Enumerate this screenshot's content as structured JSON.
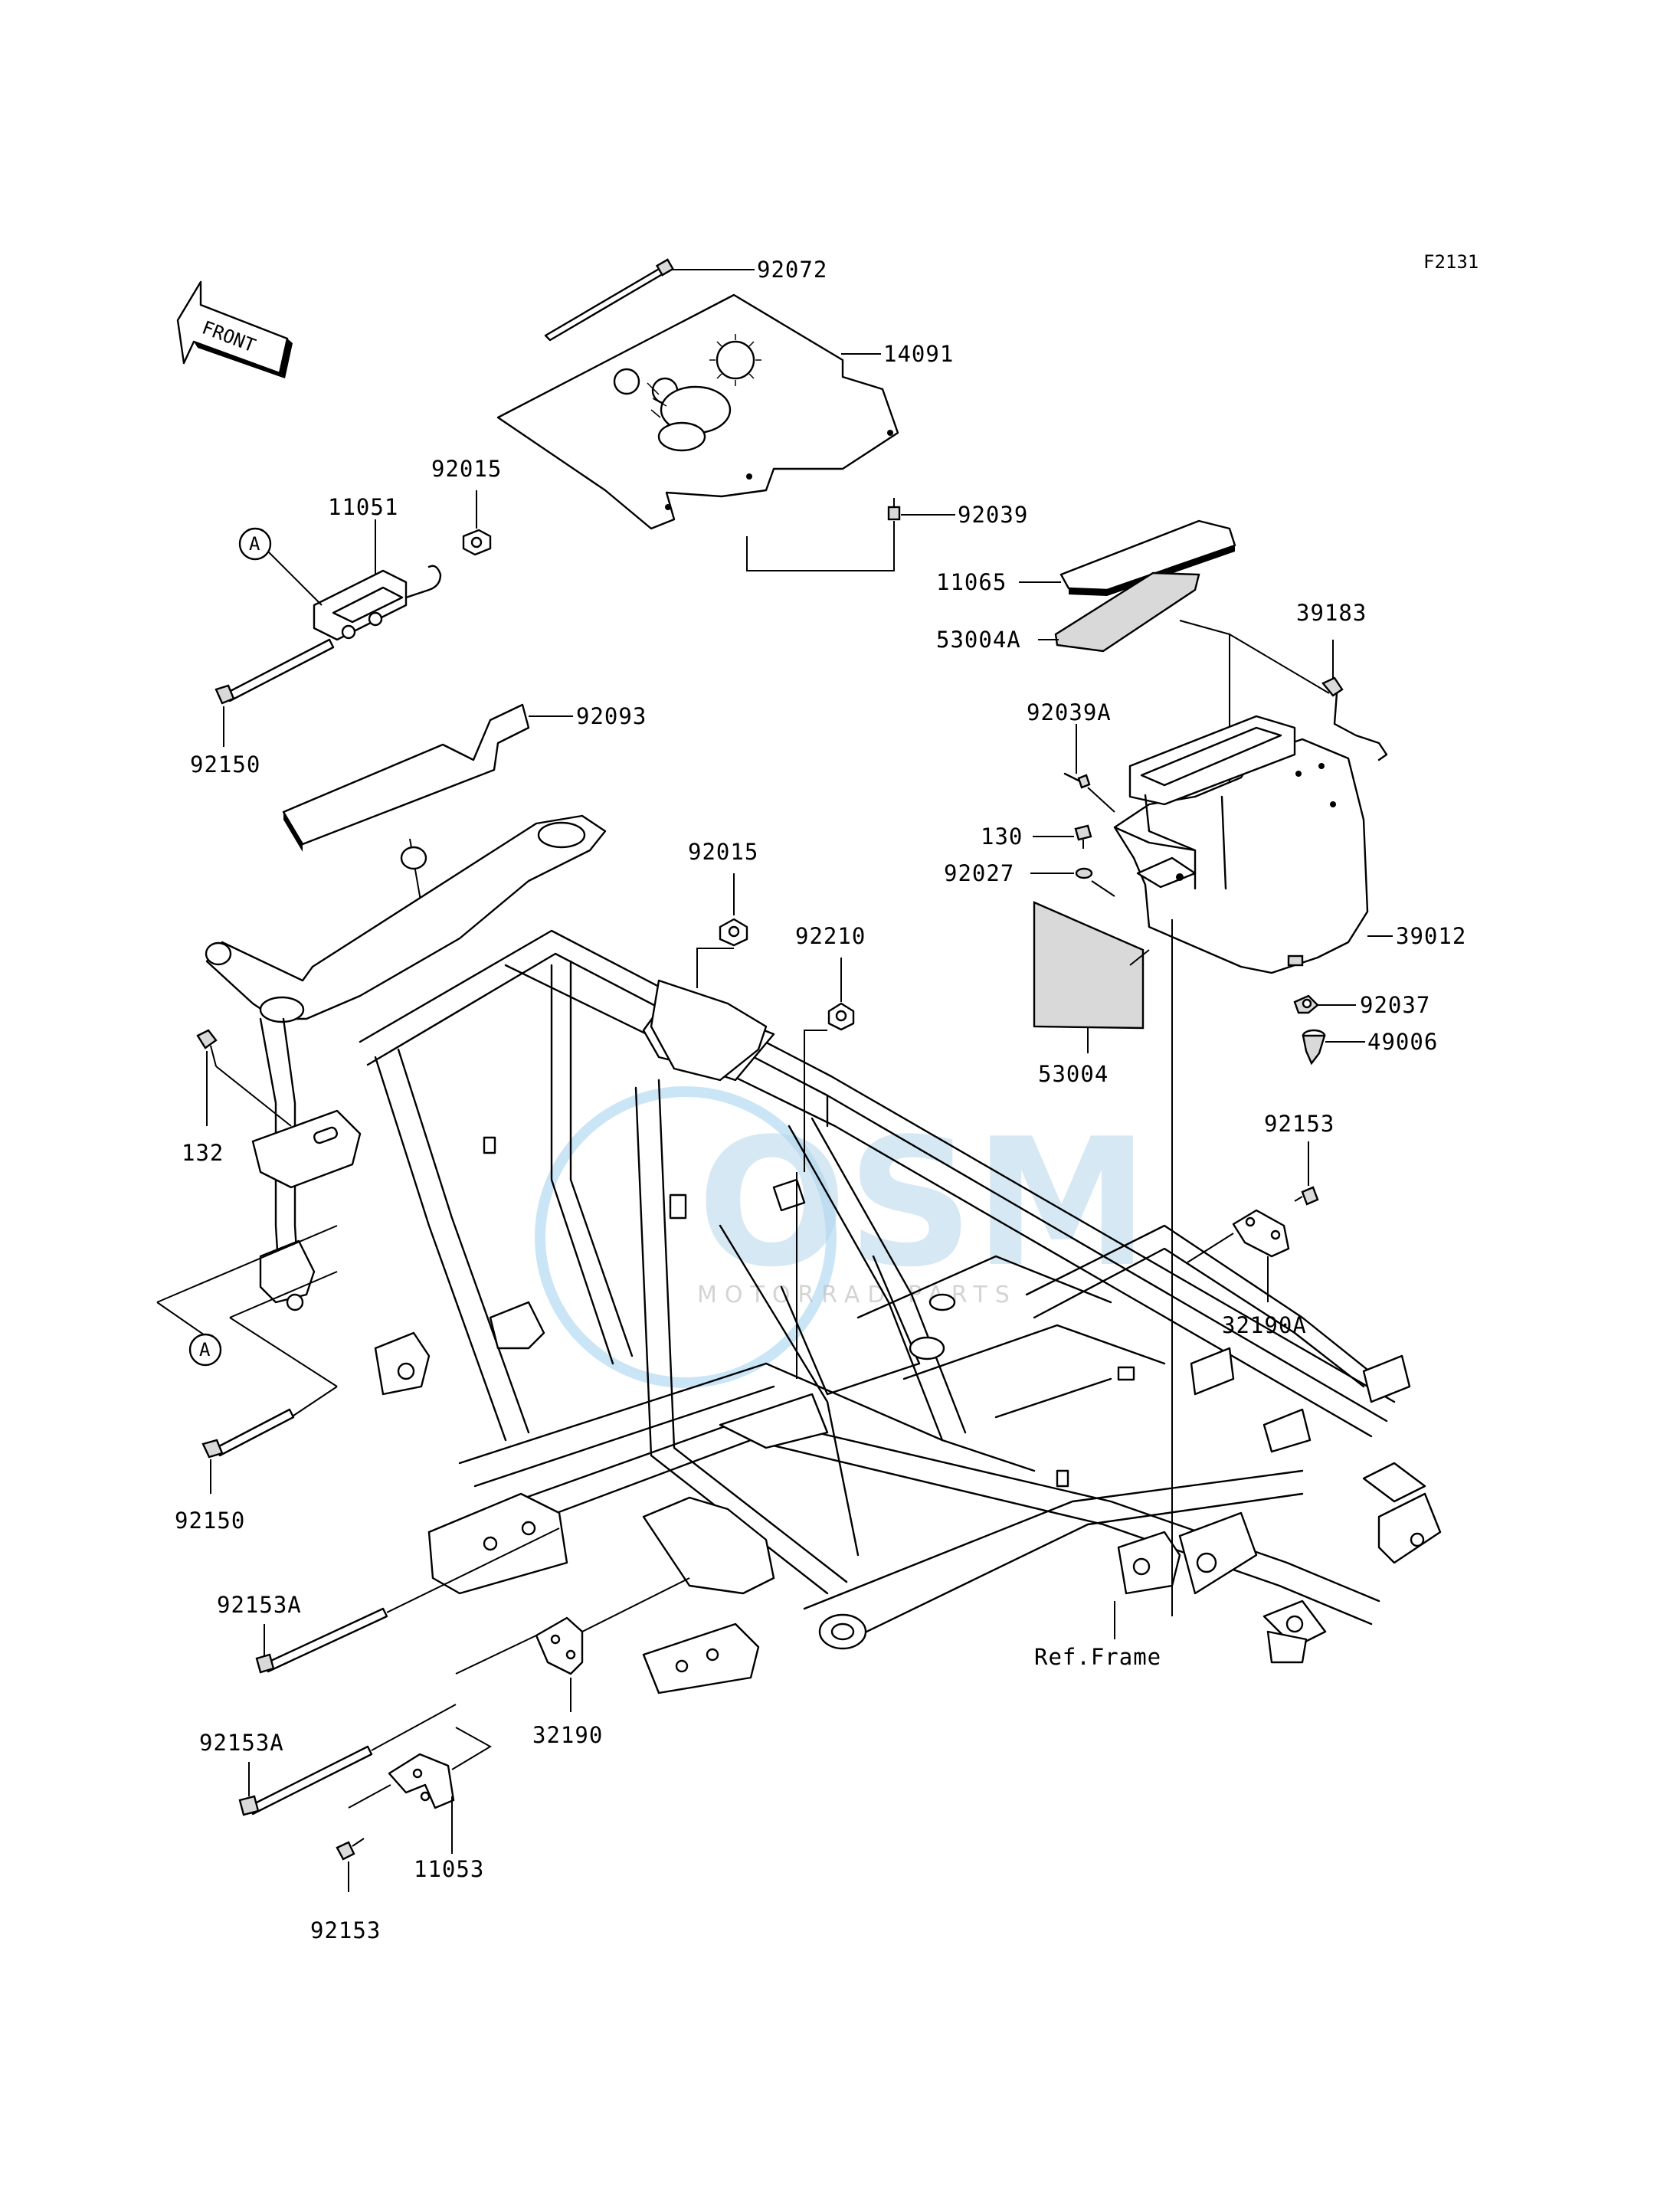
{
  "figure_code": "F2131",
  "front_label": "FRONT",
  "ref_label": "Ref.Frame",
  "callout_letter": "A",
  "watermark": {
    "main": "OSM",
    "sub": "MOTORRAD PARTS"
  },
  "parts": {
    "p92072": "92072",
    "p14091": "14091",
    "p92015_top": "92015",
    "p11051": "11051",
    "p92039": "92039",
    "p11065": "11065",
    "p39183": "39183",
    "p53004A": "53004A",
    "p92150_top": "92150",
    "p92093": "92093",
    "p92039A": "92039A",
    "p92015_mid": "92015",
    "p130": "130",
    "p92210": "92210",
    "p92027": "92027",
    "p39012": "39012",
    "p92037": "92037",
    "p49006": "49006",
    "p53004": "53004",
    "p132": "132",
    "p92153_right": "92153",
    "p32190A": "32190A",
    "p92150_bottom": "92150",
    "p92153A_1": "92153A",
    "p32190": "32190",
    "p92153A_2": "92153A",
    "p11053": "11053",
    "p92153_bottom": "92153"
  }
}
